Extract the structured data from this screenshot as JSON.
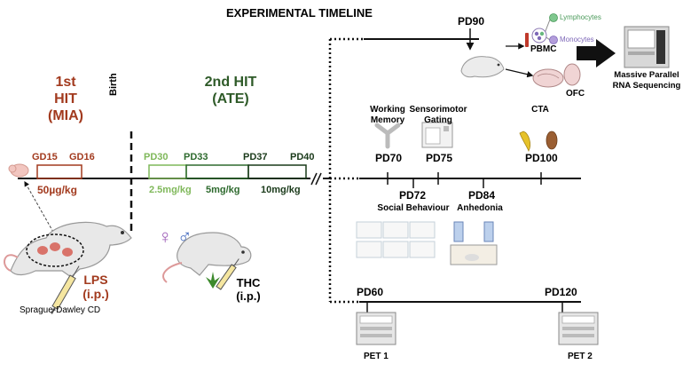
{
  "title": "EXPERIMENTAL TIMELINE",
  "colors": {
    "first_hit": "#a23a1e",
    "second_hit": "#2e5a28",
    "pd30": "#7fb85a",
    "pd33": "#2e6a2e",
    "pd37": "#1a3a1a",
    "line": "#111111"
  },
  "first_hit": {
    "line1": "1st",
    "line2": "HIT",
    "line3": "(MIA)",
    "start": "GD15",
    "end": "GD16",
    "dose": "50µg/kg"
  },
  "birth": "Birth",
  "second_hit": {
    "line1": "2nd HIT",
    "line2": "(ATE)"
  },
  "pd_marks": [
    "PD30",
    "PD33",
    "PD37",
    "PD40"
  ],
  "doses": [
    "2.5mg/kg",
    "5mg/kg",
    "10mg/kg"
  ],
  "lps": {
    "line1": "LPS",
    "line2": "(i.p.)"
  },
  "thc": {
    "line1": "THC",
    "line2": "(i.p.)"
  },
  "strain": "Sprague-Dawley CD",
  "sex_symbols": {
    "female": "♀",
    "male": "♂"
  },
  "rnaseq": {
    "pd": "PD90",
    "pbmc": "PBMC",
    "lymphocytes": "Lymphocytes",
    "monocytes": "Monocytes",
    "ofc": "OFC",
    "method_line1": "Massive Parallel",
    "method_line2": "RNA Sequencing"
  },
  "behaviour": {
    "tests_top": [
      {
        "label1": "Working",
        "label2": "Memory",
        "pd": "PD70"
      },
      {
        "label1": "Sensorimotor",
        "label2": "Gating",
        "pd": "PD75"
      },
      {
        "label1": "CTA",
        "label2": "",
        "pd": "PD100"
      }
    ],
    "tests_bottom": [
      {
        "pd": "PD72",
        "label": "Social Behaviour"
      },
      {
        "pd": "PD84",
        "label": "Anhedonia"
      }
    ]
  },
  "pet": {
    "scans": [
      {
        "pd": "PD60",
        "label": "PET 1"
      },
      {
        "pd": "PD120",
        "label": "PET 2"
      }
    ]
  },
  "icons": {
    "rat": "rat-icon",
    "pup": "rat-pup-icon",
    "syringe": "syringe-icon",
    "cannabis": "cannabis-leaf-icon",
    "ymaze": "y-maze-icon",
    "startle": "startle-chamber-icon",
    "banana": "banana-icon",
    "almond": "almond-icon",
    "sequencer": "sequencer-icon",
    "pet_scanner": "pet-scanner-icon",
    "brain": "brain-icon",
    "blood_tube": "blood-tube-icon"
  }
}
